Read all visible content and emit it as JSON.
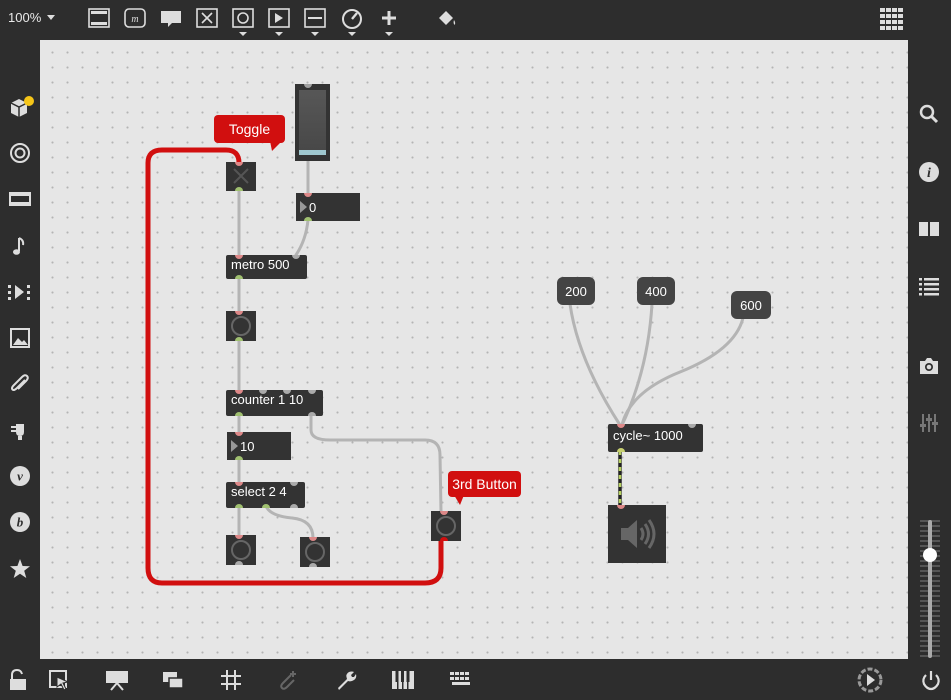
{
  "toolbar": {
    "zoom": "100%",
    "tools": [
      {
        "name": "new-object-icon"
      },
      {
        "name": "message-icon"
      },
      {
        "name": "comment-icon"
      },
      {
        "name": "toggle-icon"
      },
      {
        "name": "button-icon"
      },
      {
        "name": "playbar-icon"
      },
      {
        "name": "slider-icon"
      },
      {
        "name": "dial-icon"
      },
      {
        "name": "add-icon"
      },
      {
        "name": "paint-bucket-icon"
      }
    ]
  },
  "left_sidebar": [
    "package-icon",
    "target-icon",
    "film-icon",
    "music-note-icon",
    "sequence-icon",
    "image-icon",
    "paperclip-icon",
    "plug-icon",
    "vimeo-icon",
    "beap-icon",
    "star-icon"
  ],
  "right_sidebar": [
    "search-icon",
    "info-icon",
    "book-icon",
    "list-icon",
    "camera-icon",
    "mixer-icon"
  ],
  "bottom_bar": [
    "lock-icon",
    "select-icon",
    "presentation-icon",
    "windows-icon",
    "grid-icon",
    "snap-icon",
    "wrench-icon",
    "piano-icon",
    "keyboard-icon",
    "audio-on-icon",
    "power-icon"
  ],
  "patch": {
    "comments": {
      "toggle": "Toggle",
      "third_button": "3rd Button"
    },
    "objects": {
      "metro": "metro 500",
      "counter": "counter 1 10",
      "select": "select 2 4",
      "cycle": "cycle~ 1000"
    },
    "numbers": {
      "top_number": "0",
      "counter_number": "10"
    },
    "messages": {
      "m200": "200",
      "m400": "400",
      "m600": "600"
    }
  },
  "colors": {
    "canvas": "#e6e6e6",
    "object": "#333333",
    "comment_red": "#d10f0f",
    "cable_gray": "#b4b4b4",
    "cable_red": "#d10f0f",
    "signal_cable": "#9ab04a"
  }
}
